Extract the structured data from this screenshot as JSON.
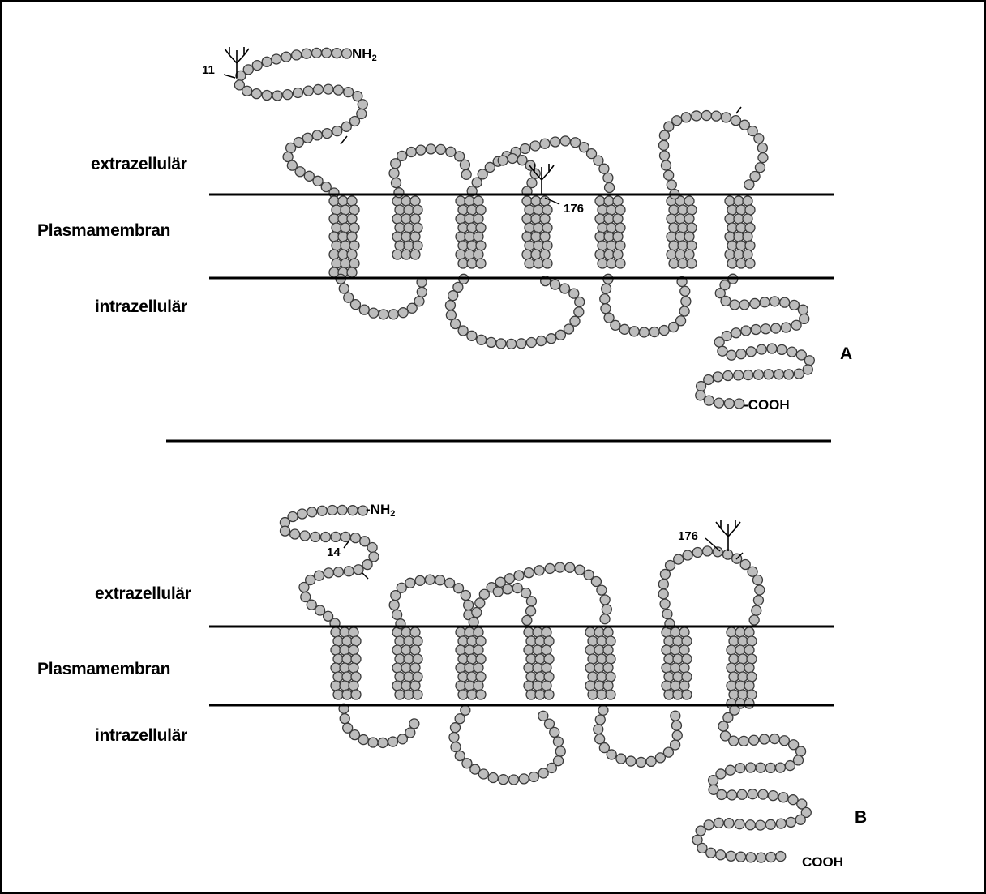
{
  "panels": [
    {
      "id": "A",
      "letter": "A",
      "regions": {
        "extra": "extrazellulär",
        "membrane": "Plasmamembran",
        "intra": "intrazellulär"
      },
      "n_terminus": "NH",
      "n_terminus_sub": "2",
      "c_terminus": "-COOH",
      "glyco_sites": [
        "11",
        "176"
      ]
    },
    {
      "id": "B",
      "letter": "B",
      "regions": {
        "extra": "extrazellulär",
        "membrane": "Plasmamembran",
        "intra": "intrazellulär"
      },
      "n_terminus": "-NH",
      "n_terminus_sub": "2",
      "c_terminus": "COOH",
      "glyco_sites": [
        "14",
        "176"
      ]
    }
  ],
  "colors": {
    "line": "#000000",
    "bead_fill": "#bdbdbd",
    "bead_stroke": "#3a3a3a"
  },
  "transmembrane_helices_per_panel": 7
}
